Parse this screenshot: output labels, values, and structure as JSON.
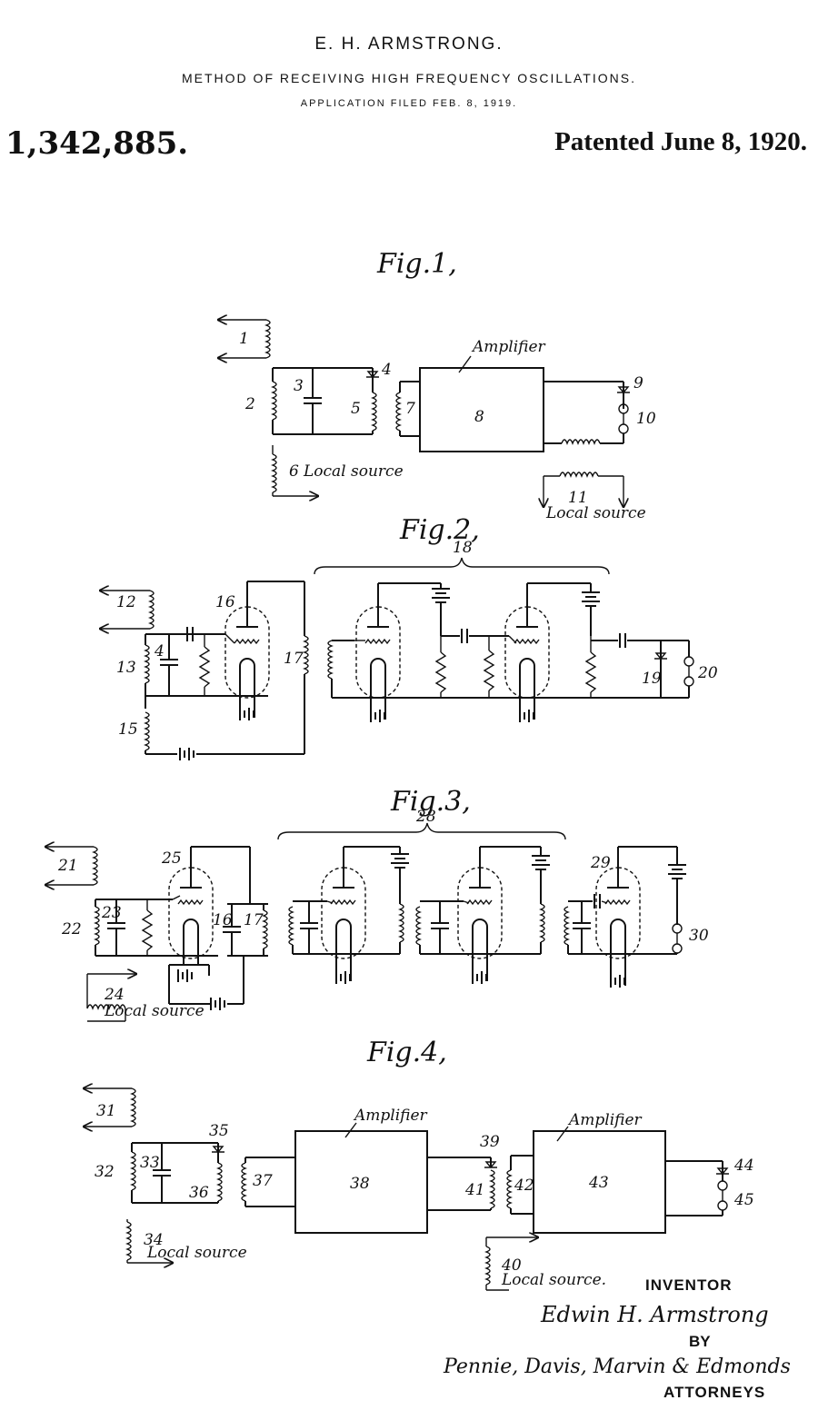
{
  "header": {
    "inventor": "E. H. ARMSTRONG.",
    "title": "METHOD OF RECEIVING HIGH FREQUENCY OSCILLATIONS.",
    "filed": "APPLICATION FILED FEB. 8, 1919.",
    "patent_number": "1,342,885.",
    "patented": "Patented June 8, 1920."
  },
  "figures": {
    "fig1": {
      "title": "Fig.1,",
      "amplifier_label": "Amplifier",
      "local_source_a": "Local source",
      "local_source_b": "Local source",
      "refs": [
        "1",
        "2",
        "3",
        "4",
        "5",
        "6",
        "7",
        "8",
        "9",
        "10",
        "11"
      ]
    },
    "fig2": {
      "title": "Fig.2,",
      "refs": [
        "12",
        "13",
        "4",
        "15",
        "16",
        "17",
        "18",
        "19",
        "20"
      ]
    },
    "fig3": {
      "title": "Fig.3,",
      "local_source": "Local source",
      "refs": [
        "21",
        "22",
        "23",
        "24",
        "25",
        "16",
        "17",
        "28",
        "29",
        "30"
      ]
    },
    "fig4": {
      "title": "Fig.4,",
      "amplifier_label_a": "Amplifier",
      "amplifier_label_b": "Amplifier",
      "local_source_a": "Local source",
      "local_source_b": "Local source.",
      "refs": [
        "31",
        "32",
        "33",
        "34",
        "35",
        "36",
        "37",
        "38",
        "39",
        "40",
        "41",
        "42",
        "43",
        "44",
        "45"
      ]
    }
  },
  "signatures": {
    "inventor_label": "INVENTOR",
    "inventor_signature": "Edwin H. Armstrong",
    "by_label": "BY",
    "attorneys_signature": "Pennie, Davis, Marvin & Edmonds",
    "attorneys_label": "ATTORNEYS"
  }
}
